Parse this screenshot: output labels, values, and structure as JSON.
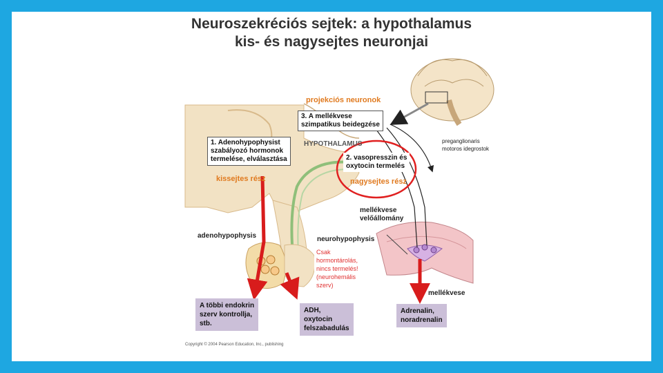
{
  "title": {
    "line1": "Neuroszekréciós sejtek:  a hypothalamus",
    "line2": "kis- és nagysejtes neuronjai"
  },
  "labels": {
    "projekcios": "projekciós neuronok",
    "box3_line1": "3. A mellékvese",
    "box3_line2": "szimpatikus beidegzése",
    "box1_line1": "1. Adenohypophysist",
    "box1_line2": "szabályozó hormonok",
    "box1_line3": "termelése, elválasztása",
    "hypothalamus": "HYPOTHALAMUS",
    "box2_line1": "2. vasopresszin és",
    "box2_line2": "oxytocin termelés",
    "kissejtes": "kissejtes rész",
    "nagysejtes": "nagysejtes rész",
    "preganglionaris_line1": "preganglionaris",
    "preganglionaris_line2": "motoros idegrostok",
    "mellekvese_velo_line1": "mellékvese",
    "mellekvese_velo_line2": "velőállomány",
    "adenohypophysis": "adenohypophysis",
    "neurohypophysis": "neurohypophysis",
    "csak_line1": "Csak",
    "csak_line2": "hormontárolás,",
    "csak_line3": "nincs termelés!",
    "csak_line4": "(neurohemális",
    "csak_line5": "szerv)",
    "mellekvese": "mellékvese",
    "out1_line1": "A többi endokrin",
    "out1_line2": "szerv kontrollja,",
    "out1_line3": "stb.",
    "out2_line1": "ADH,",
    "out2_line2": "oxytocin",
    "out2_line3": "felszabadulás",
    "out3_line1": "Adrenalin,",
    "out3_line2": "noradrenalin",
    "copyright": "Copyright © 2004 Pearson Education, Inc., publishing"
  },
  "colors": {
    "frame": "#1ea7e1",
    "tissue": "#f2e2c4",
    "tissue_dark": "#d8b98a",
    "arrow_red": "#d81c1c",
    "highlight_red": "#e02020",
    "purple_box": "#cbbfd8",
    "medulla_pink": "#f0b7bd",
    "nerve_green": "#8fbf7a",
    "orange_text": "#e07a1f"
  }
}
